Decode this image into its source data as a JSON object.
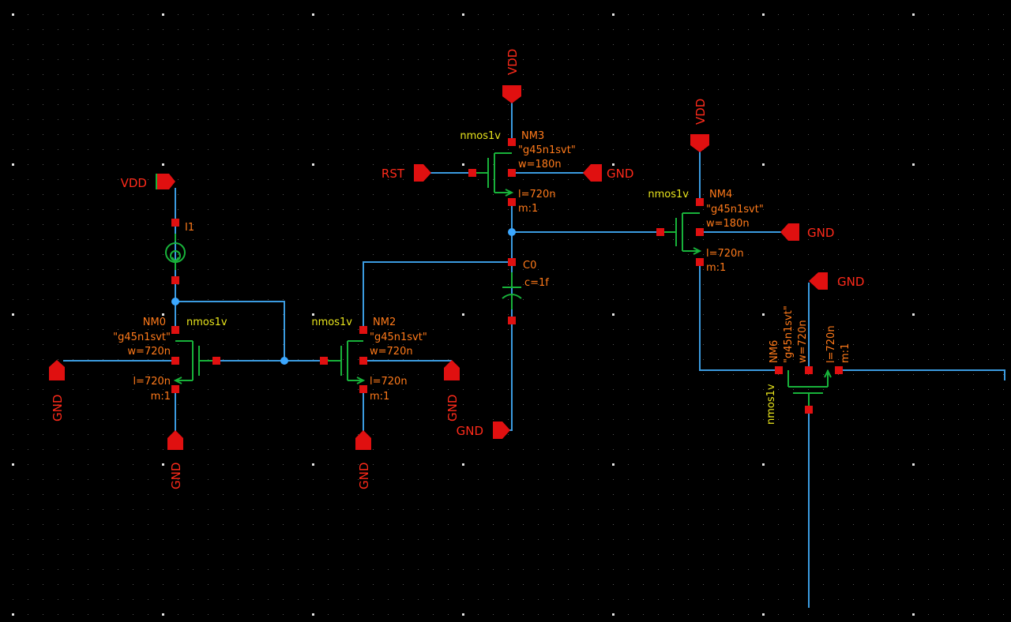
{
  "colors": {
    "background": "#000000",
    "wire": "#3b9be0",
    "device": "#18b23a",
    "pin": "#e01010",
    "net_label": "#ff2a1a",
    "param_text": "#ff7a1a",
    "cell_text": "#e8e41c",
    "grid": "#bdbdbd"
  },
  "supplies": {
    "vdd_left": "VDD",
    "vdd_nm3": "VDD",
    "vdd_nm4": "VDD",
    "rst": "RST",
    "gnd_nm3_bulk": "GND",
    "gnd_nm4_bulk": "GND",
    "gnd_nm6": "GND",
    "gnd_left": "GND",
    "gnd_nm0": "GND",
    "gnd_nm2": "GND",
    "gnd_nm2_right": "GND",
    "gnd_c0": "GND"
  },
  "i1": {
    "name": "I1"
  },
  "c0": {
    "name": "C0",
    "c": "c=1f"
  },
  "nm0": {
    "name": "NM0",
    "cell": "nmos1v",
    "model": "\"g45n1svt\"",
    "w": "w=720n",
    "l": "l=720n",
    "m": "m:1"
  },
  "nm2": {
    "name": "NM2",
    "cell": "nmos1v",
    "model": "\"g45n1svt\"",
    "w": "w=720n",
    "l": "l=720n",
    "m": "m:1"
  },
  "nm3": {
    "name": "NM3",
    "cell": "nmos1v",
    "model": "\"g45n1svt\"",
    "w": "w=180n",
    "l": "l=720n",
    "m": "m:1"
  },
  "nm4": {
    "name": "NM4",
    "cell": "nmos1v",
    "model": "\"g45n1svt\"",
    "w": "w=180n",
    "l": "l=720n",
    "m": "m:1"
  },
  "nm6": {
    "name": "NM6",
    "cell": "nmos1v",
    "model": "\"g45n1svt\"",
    "w": "w=720n",
    "l": "l=720n",
    "m": "m:1"
  }
}
